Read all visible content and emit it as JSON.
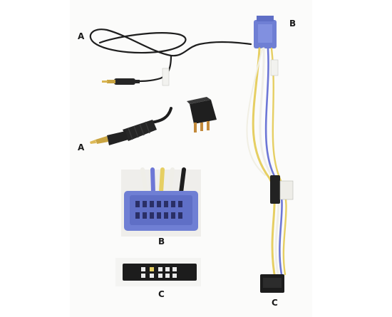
{
  "labels": {
    "cable_top": "A",
    "jack_closeup": "A",
    "harness_top": "B",
    "connector_blue": "B",
    "harness_bottom": "C",
    "connector_black": "C"
  },
  "colors": {
    "blue_connector": "#6f7fd4",
    "black_connector": "#1c1c1c",
    "wire_yellow": "#e6cf63",
    "wire_white": "#efeee8",
    "wire_blue": "#6d77d6",
    "gold_plug": "#c9a441",
    "relay": "#222222",
    "photo_bg": "#ffffff"
  }
}
